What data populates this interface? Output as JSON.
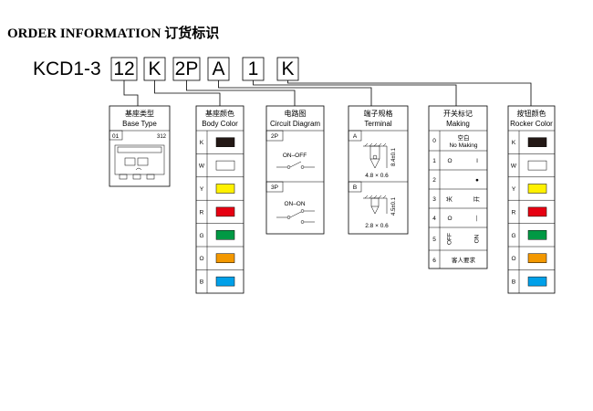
{
  "title": "ORDER INFORMATION 订货标识",
  "code": {
    "prefix": "KCD1-3",
    "boxes": [
      "12",
      "K",
      "2P",
      "A",
      "1",
      "K"
    ]
  },
  "base_type": {
    "cn": "基座类型",
    "en": "Base Type",
    "code_left": "01",
    "code_right": "312"
  },
  "body_color": {
    "cn": "基座颜色",
    "en": "Body Color",
    "rows": [
      {
        "code": "K",
        "color": "#231815"
      },
      {
        "code": "W",
        "color": "#ffffff"
      },
      {
        "code": "Y",
        "color": "#fff100"
      },
      {
        "code": "R",
        "color": "#e60012"
      },
      {
        "code": "G",
        "color": "#009944"
      },
      {
        "code": "O",
        "color": "#f39800"
      },
      {
        "code": "B",
        "color": "#00a0e9"
      }
    ]
  },
  "circuit": {
    "cn": "电路图",
    "en": "Circuit Diagram",
    "items": [
      {
        "code": "2P",
        "label": "ON–OFF"
      },
      {
        "code": "3P",
        "label": "ON–ON"
      }
    ]
  },
  "terminal": {
    "cn": "端子规格",
    "en": "Terminal",
    "items": [
      {
        "code": "A",
        "size": "4.8 × 0.6",
        "height": "8.4±0.1"
      },
      {
        "code": "B",
        "size": "2.8 × 0.6",
        "height": "4.5±0.1"
      }
    ]
  },
  "marking": {
    "cn": "开关标记",
    "en": "Making",
    "rows": [
      {
        "code": "0",
        "line1": "空白",
        "line2": "No Making"
      },
      {
        "code": "1",
        "left": "O",
        "right": "I"
      },
      {
        "code": "2",
        "left": "",
        "right": "●"
      },
      {
        "code": "3",
        "left": "关",
        "right": "开"
      },
      {
        "code": "4",
        "left": "O",
        "right": "—"
      },
      {
        "code": "5",
        "left": "OFF",
        "right": "ON"
      },
      {
        "code": "6",
        "text": "客人要求"
      }
    ]
  },
  "rocker_color": {
    "cn": "按钮颜色",
    "en": "Rocker Color",
    "rows": [
      {
        "code": "K",
        "color": "#231815"
      },
      {
        "code": "W",
        "color": "#ffffff"
      },
      {
        "code": "Y",
        "color": "#fff100"
      },
      {
        "code": "R",
        "color": "#e60012"
      },
      {
        "code": "G",
        "color": "#009944"
      },
      {
        "code": "O",
        "color": "#f39800"
      },
      {
        "code": "B",
        "color": "#00a0e9"
      }
    ]
  }
}
